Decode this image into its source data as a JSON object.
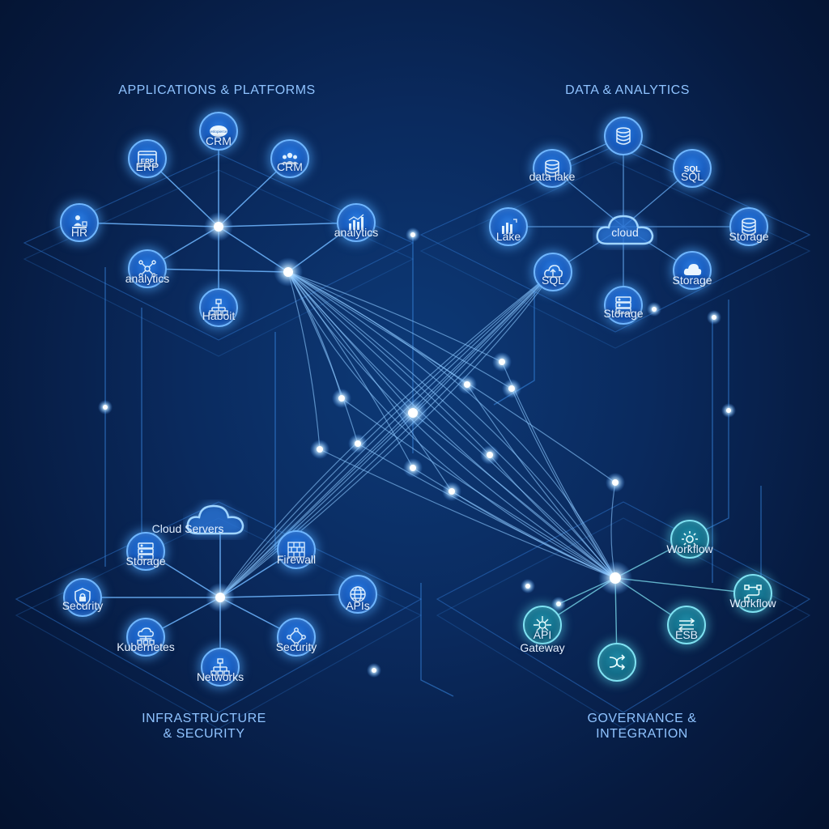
{
  "sections": {
    "apps": "APPLICATIONS & PLATFORMS",
    "data": "DATA & ANALYTICS",
    "infra_line1": "INFRASTRUCTURE",
    "infra_line2": "& SECURITY",
    "gov_line1": "GOVERNANCE &",
    "gov_line2": "INTEGRATION"
  },
  "nodes": {
    "erp": {
      "label": "ERP",
      "icon_text": "ERP",
      "icon": "erp-window-icon"
    },
    "crm_sf": {
      "label": "CRM",
      "icon_text": "eslopierce",
      "icon": "salesforce-cloud-icon"
    },
    "crm_users": {
      "label": "CRM",
      "icon": "users-group-icon"
    },
    "hr": {
      "label": "HR",
      "icon": "person-desk-icon"
    },
    "analytics_left": {
      "label": "analytics",
      "icon": "network-nodes-icon"
    },
    "analytics_right": {
      "label": "analytics",
      "icon": "bar-chart-icon"
    },
    "haboit": {
      "label": "Haboit",
      "icon": "hierarchy-icon"
    },
    "data_db_top": {
      "icon": "database-icon"
    },
    "data_lake": {
      "label": "data lake",
      "icon": "database-icon"
    },
    "sql_top": {
      "label": "SQL",
      "icon_text": "SQL",
      "icon": "sql-icon"
    },
    "lake": {
      "label": "Lake",
      "icon": "lake-chart-icon"
    },
    "cloud": {
      "label": "cloud",
      "icon": "cloud-icon"
    },
    "storage_db": {
      "label": "Storage",
      "icon": "database-icon"
    },
    "sql_upload": {
      "label": "SQL",
      "icon": "cloud-upload-icon"
    },
    "storage_server": {
      "label": "Storage",
      "icon": "server-rack-icon"
    },
    "storage_cloud": {
      "label": "Storage",
      "icon": "cloud-icon"
    },
    "cloud_servers": {
      "label": "Cloud Servers",
      "icon": "cloud-icon"
    },
    "storage_infra": {
      "label": "Storage",
      "icon": "server-rack-icon"
    },
    "firewall": {
      "label": "Firewall",
      "icon": "firewall-brick-icon"
    },
    "security_left": {
      "label": "Security",
      "icon": "shield-lock-icon"
    },
    "apis": {
      "label": "APIs",
      "icon": "globe-icon"
    },
    "kubernetes": {
      "label": "Kubernetes",
      "icon": "cloud-cluster-icon"
    },
    "security_right": {
      "label": "Security",
      "icon": "node-diamond-icon"
    },
    "networks": {
      "label": "Networks",
      "icon": "network-tree-icon"
    },
    "workflow_top": {
      "label": "Workflow",
      "icon": "gear-icon"
    },
    "workflow_right": {
      "label": "Workflow",
      "icon": "workflow-path-icon"
    },
    "api_gateway_line1": {
      "label": "API",
      "icon": "chip-icon"
    },
    "api_gateway_line2": "Gateway",
    "esb": {
      "label": "ESB",
      "icon": "arrows-exchange-icon"
    },
    "integration": {
      "icon": "shuffle-icon"
    }
  },
  "colors": {
    "accent": "#6fb6ff",
    "glow": "#cfe9ff",
    "teal": "#7fe2f2",
    "title": "#8fc3ff",
    "line": "#4fa3ff"
  }
}
